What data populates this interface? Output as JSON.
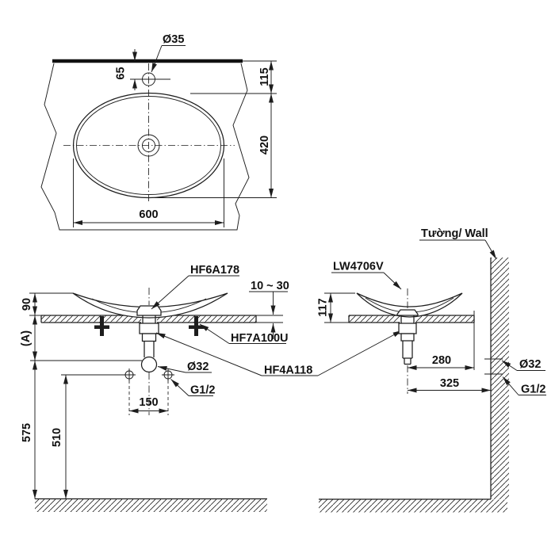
{
  "title": "Washbasin installation technical drawing",
  "colors": {
    "line": "#1d1d1d",
    "text": "#111111",
    "background": "#ffffff"
  },
  "top_view": {
    "faucet_hole_dia": "Ø35",
    "hole_offset": "65",
    "edge_gap": "115",
    "basin_depth": "420",
    "basin_width": "600"
  },
  "front_view": {
    "pop_up_drain": "HF6A178",
    "counter_thickness": "10 ~ 30",
    "fixing_kit": "HF7A100U",
    "p_trap": "HF4A118",
    "waste_dia": "Ø32",
    "supply_thread": "G1/2",
    "rim_height": "90",
    "dim_a": "(A)",
    "waste_outlet_height": "575",
    "supply_height": "510",
    "supply_spacing": "150"
  },
  "side_view": {
    "wall_label": "Tường/ Wall",
    "model_code": "LW4706V",
    "basin_height": "117",
    "drain_to_counter_edge": "280",
    "drain_to_wall": "325",
    "waste_dia": "Ø32",
    "supply_thread": "G1/2"
  }
}
